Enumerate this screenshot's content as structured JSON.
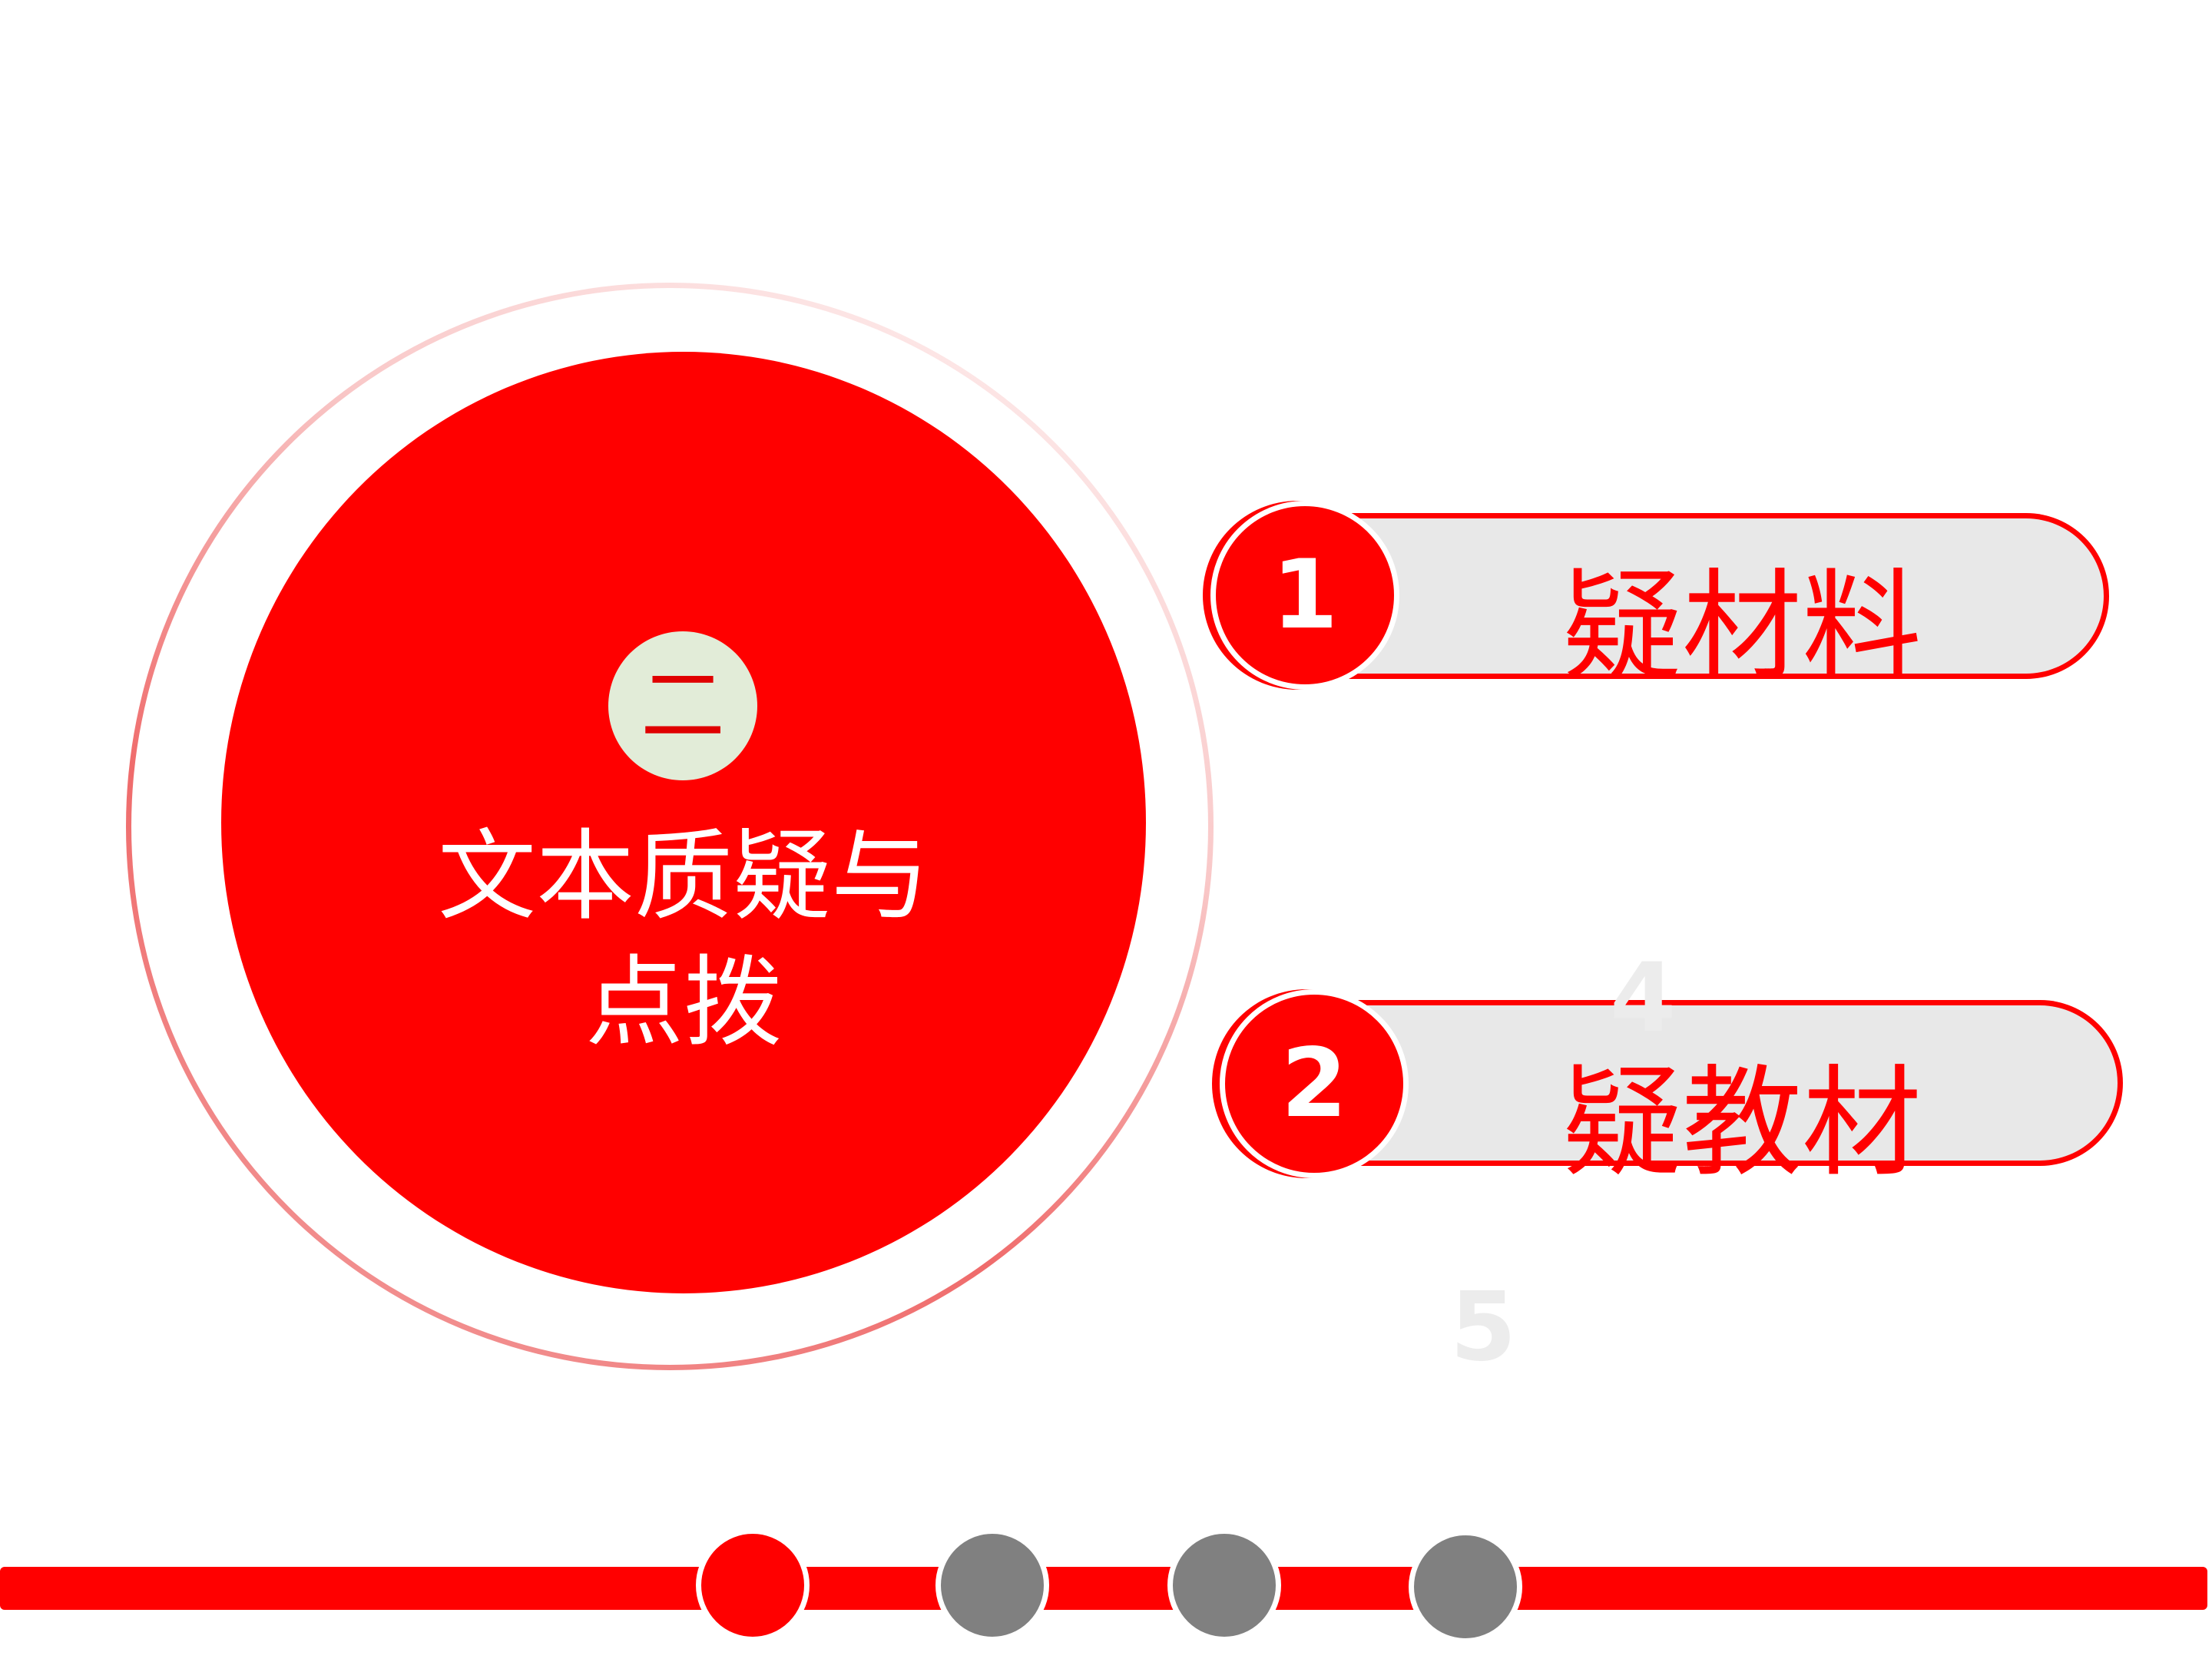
{
  "section": {
    "badge_numeral": "二",
    "title_line1": "文本质疑与",
    "title_line2": "点拨"
  },
  "items": [
    {
      "number": "1",
      "label": "疑材料"
    },
    {
      "number": "2",
      "label": "疑教材"
    }
  ],
  "ghost_numbers": [
    "4",
    "5"
  ],
  "progress": {
    "total_steps": 4,
    "active_step": 1
  },
  "colors": {
    "accent": "#ff0000",
    "pill_fill": "#e8e8e8",
    "badge_fill": "#e2ecd8",
    "inactive_dot": "#808080",
    "text_on_accent": "#ffffff"
  }
}
